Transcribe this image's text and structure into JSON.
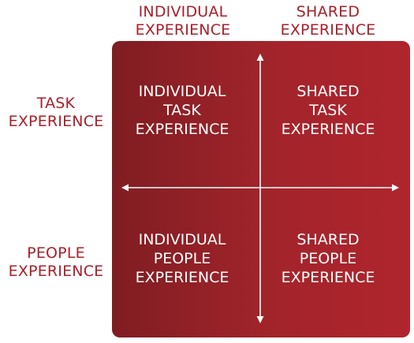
{
  "columns": {
    "individual": [
      "INDIVIDUAL",
      "EXPERIENCE"
    ],
    "shared": [
      "SHARED",
      "EXPERIENCE"
    ]
  },
  "rows": {
    "task": [
      "TASK",
      "EXPERIENCE"
    ],
    "people": [
      "PEOPLE",
      "EXPERIENCE"
    ]
  },
  "cells": {
    "individual_task": [
      "INDIVIDUAL",
      "TASK",
      "EXPERIENCE"
    ],
    "shared_task": [
      "SHARED",
      "TASK",
      "EXPERIENCE"
    ],
    "individual_people": [
      "INDIVIDUAL",
      "PEOPLE",
      "EXPERIENCE"
    ],
    "shared_people": [
      "SHARED",
      "PEOPLE",
      "EXPERIENCE"
    ]
  },
  "colors": {
    "label": "#a8202a",
    "matrix_dark": "#7f1d22",
    "matrix_light": "#b0252d",
    "cell_text": "#ffffff"
  }
}
